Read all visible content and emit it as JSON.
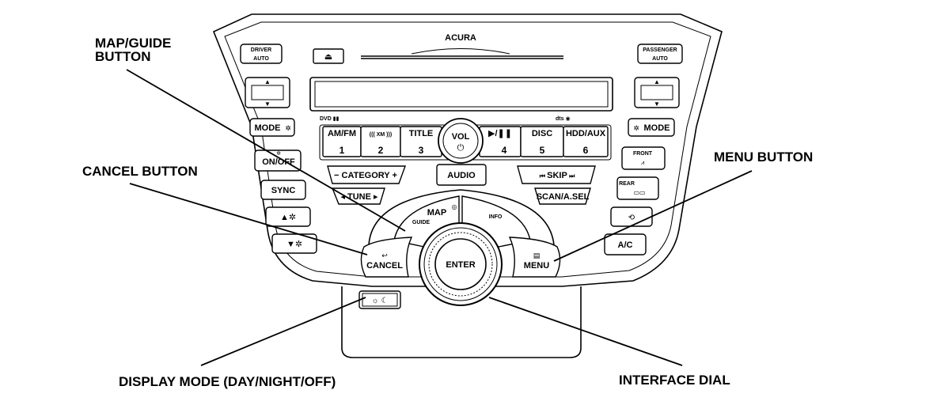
{
  "callouts": {
    "map_guide_line1": "MAP/GUIDE",
    "map_guide_line2": "BUTTON",
    "cancel_button": "CANCEL BUTTON",
    "menu_button": "MENU BUTTON",
    "display_mode": "DISPLAY MODE (DAY/NIGHT/OFF)",
    "interface_dial": "INTERFACE DIAL"
  },
  "panel": {
    "brand": "ACURA",
    "eject_icon": "eject-icon"
  },
  "climate_left": {
    "driver_line1": "DRIVER",
    "driver_line2": "AUTO",
    "mode": "MODE",
    "on_off": "ON/OFF",
    "sync": "SYNC"
  },
  "climate_right": {
    "passenger_line1": "PASSENGER",
    "passenger_line2": "AUTO",
    "mode": "MODE",
    "front": "FRONT",
    "rear": "REAR",
    "ac": "A/C"
  },
  "audio": {
    "presets": [
      {
        "label": "AM/FM",
        "number": "1"
      },
      {
        "label": "((( XM )))",
        "number": "2"
      },
      {
        "label": "TITLE",
        "number": "3"
      },
      {
        "label": "▶/❚❚",
        "number": "4"
      },
      {
        "label": "DISC",
        "number": "5"
      },
      {
        "label": "HDD/AUX",
        "number": "6"
      }
    ],
    "vol": "VOL",
    "category": "CATEGORY",
    "skip": "SKIP",
    "tune": "TUNE",
    "scan": "SCAN/A.SEL",
    "audio_button": "AUDIO"
  },
  "nav": {
    "map": "MAP",
    "guide": "GUIDE",
    "info": "INFO",
    "cancel": "CANCEL",
    "menu": "MENU",
    "enter": "ENTER"
  }
}
